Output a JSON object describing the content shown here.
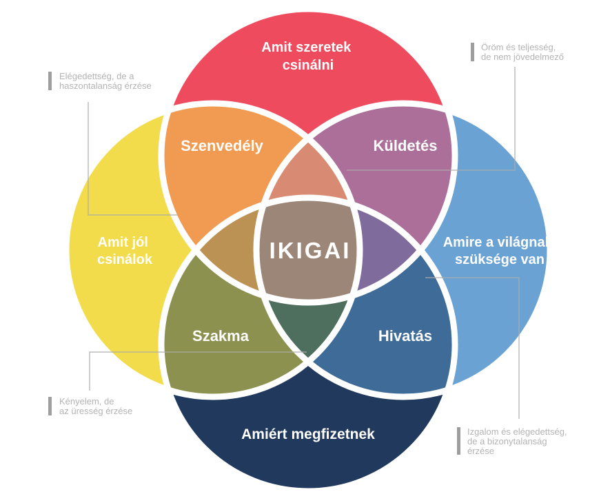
{
  "title": "IKIGAI",
  "colors": {
    "background": "#ffffff",
    "label_text": "#ffffff",
    "annotation_text": "#b3b3b3",
    "annotation_bar": "#9e9e9e",
    "connector": "#ababab"
  },
  "circles": {
    "top": {
      "label": "Amit szeretek csinálni",
      "lines": [
        "Amit szeretek",
        "csinálni"
      ],
      "color": "#ee4b5e"
    },
    "left": {
      "label": "Amit jól csinálok",
      "lines": [
        "Amit jól",
        "csinálok"
      ],
      "color": "#f2dc4c"
    },
    "right": {
      "label": "Amire a világnak szüksége van",
      "lines": [
        "Amire a világnak",
        "szüksége van"
      ],
      "color": "#6aa2d4"
    },
    "bottom": {
      "label": "Amiért megfizetnek",
      "lines": [
        "Amiért megfizetnek"
      ],
      "color": "#20395c"
    }
  },
  "overlaps": {
    "passion": {
      "label": "Szenvedély",
      "color": "#f09b51"
    },
    "mission": {
      "label": "Küldetés",
      "color": "#ab6f99"
    },
    "profession": {
      "label": "Szakma",
      "color": "#8d9150"
    },
    "vocation": {
      "label": "Hivatás",
      "color": "#3e6b97"
    },
    "center": {
      "label": "IKIGAI",
      "color": "#9c8678"
    }
  },
  "inner_wedges": {
    "top": "#d88b72",
    "left": "#bc9254",
    "right": "#7f6b9c",
    "bottom": "#4e6e5e"
  },
  "annotations": {
    "top_left": {
      "lines": [
        "Elégedettség, de a",
        "haszontalanság érzése"
      ]
    },
    "top_right": {
      "lines": [
        "Öröm és teljesség,",
        "de nem jövedelmező"
      ]
    },
    "bottom_left": {
      "lines": [
        "Kényelem, de",
        "az üresség érzése"
      ]
    },
    "bottom_right": {
      "lines": [
        "Izgalom és elégedettség,",
        "de a bizonytalanság",
        "érzése"
      ]
    }
  }
}
